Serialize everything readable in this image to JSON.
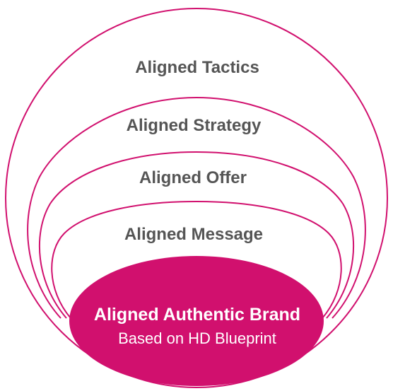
{
  "colors": {
    "accent": "#d1106e",
    "label_text": "#555555",
    "core_text": "#ffffff",
    "background": "#ffffff"
  },
  "layers": [
    {
      "label": "Aligned Tactics"
    },
    {
      "label": "Aligned Strategy"
    },
    {
      "label": "Aligned Offer"
    },
    {
      "label": "Aligned Message"
    }
  ],
  "core": {
    "title": "Aligned Authentic Brand",
    "subtitle": "Based on HD Blueprint"
  }
}
